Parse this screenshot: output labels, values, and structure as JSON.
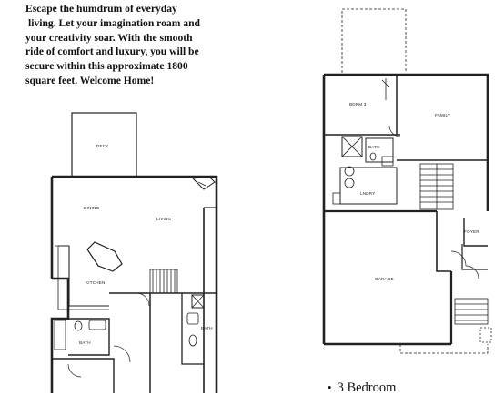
{
  "intro": {
    "lines": [
      "Escape the humdrum of everyday",
      "living.  Let your imagination roam and",
      "your creativity soar.  With the smooth",
      "ride of comfort and luxury, you will be",
      "secure within this approximate 1800",
      "square feet.  Welcome Home!"
    ]
  },
  "main_floor": {
    "deck": "DECK",
    "dining": "DINING",
    "living": "LIVING",
    "kitchen": "KITCHEN",
    "bath_left": "BATH",
    "bath_right": "BATH"
  },
  "upper_floor": {
    "bedroom": "BDRM 3",
    "family": "FAMILY",
    "bath": "BATH",
    "laundry": "LNDRY",
    "foyer": "FOYER",
    "garage": "GARAGE"
  },
  "features": {
    "bullet": "•",
    "first": "3 Bedroom"
  }
}
